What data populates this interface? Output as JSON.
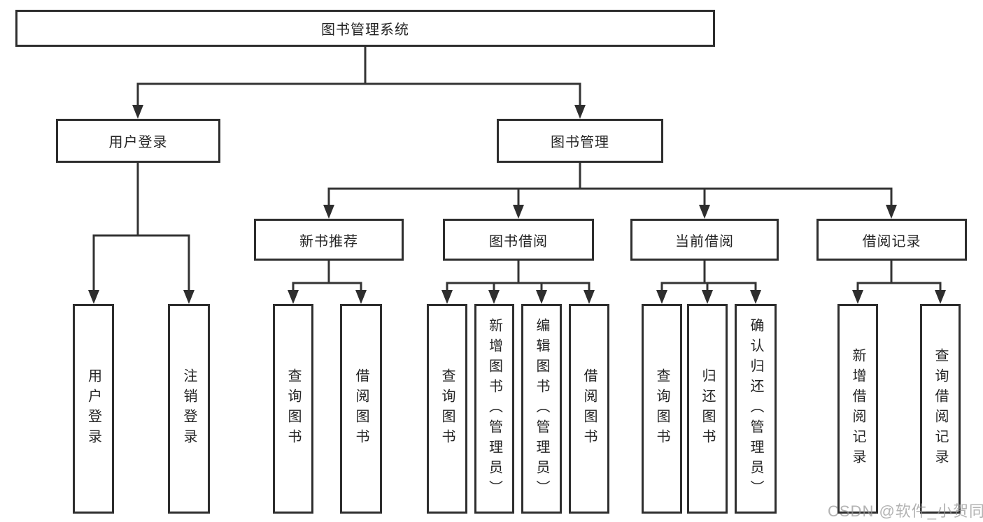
{
  "colors": {
    "background": "#ffffff",
    "box_border": "#2e2e2e",
    "line": "#333333",
    "text": "#252525",
    "watermark": "#9a9a9a"
  },
  "nodes": {
    "root": "图书管理系统",
    "user_login": "用户登录",
    "book_management": "图书管理",
    "new_book_recommend": "新书推荐",
    "book_borrow": "图书借阅",
    "current_borrow": "当前借阅",
    "borrow_records": "借阅记录",
    "leaf_user_login": "用户登录",
    "leaf_logout": "注销登录",
    "leaf_query_books_rec": "查询图书",
    "leaf_borrow_books_rec": "借阅图书",
    "leaf_query_books_borrow": "查询图书",
    "leaf_add_book_admin": "新增图书（管理员）",
    "leaf_edit_book_admin": "编辑图书（管理员）",
    "leaf_borrow_books_borrow": "借阅图书",
    "leaf_query_books_current": "查询图书",
    "leaf_return_book": "归还图书",
    "leaf_confirm_return_admin": "确认归还（管理员）",
    "leaf_add_borrow_record": "新增借阅记录",
    "leaf_query_borrow_record": "查询借阅记录"
  },
  "tree": {
    "label": "图书管理系统",
    "children": [
      {
        "label": "用户登录",
        "children": [
          {
            "label": "用户登录"
          },
          {
            "label": "注销登录"
          }
        ]
      },
      {
        "label": "图书管理",
        "children": [
          {
            "label": "新书推荐",
            "children": [
              {
                "label": "查询图书"
              },
              {
                "label": "借阅图书"
              }
            ]
          },
          {
            "label": "图书借阅",
            "children": [
              {
                "label": "查询图书"
              },
              {
                "label": "新增图书（管理员）"
              },
              {
                "label": "编辑图书（管理员）"
              },
              {
                "label": "借阅图书"
              }
            ]
          },
          {
            "label": "当前借阅",
            "children": [
              {
                "label": "查询图书"
              },
              {
                "label": "归还图书"
              },
              {
                "label": "确认归还（管理员）"
              }
            ]
          },
          {
            "label": "借阅记录",
            "children": [
              {
                "label": "新增借阅记录"
              },
              {
                "label": "查询借阅记录"
              }
            ]
          }
        ]
      }
    ]
  },
  "watermark": {
    "text": "CSDN @软件_小贺同学"
  }
}
